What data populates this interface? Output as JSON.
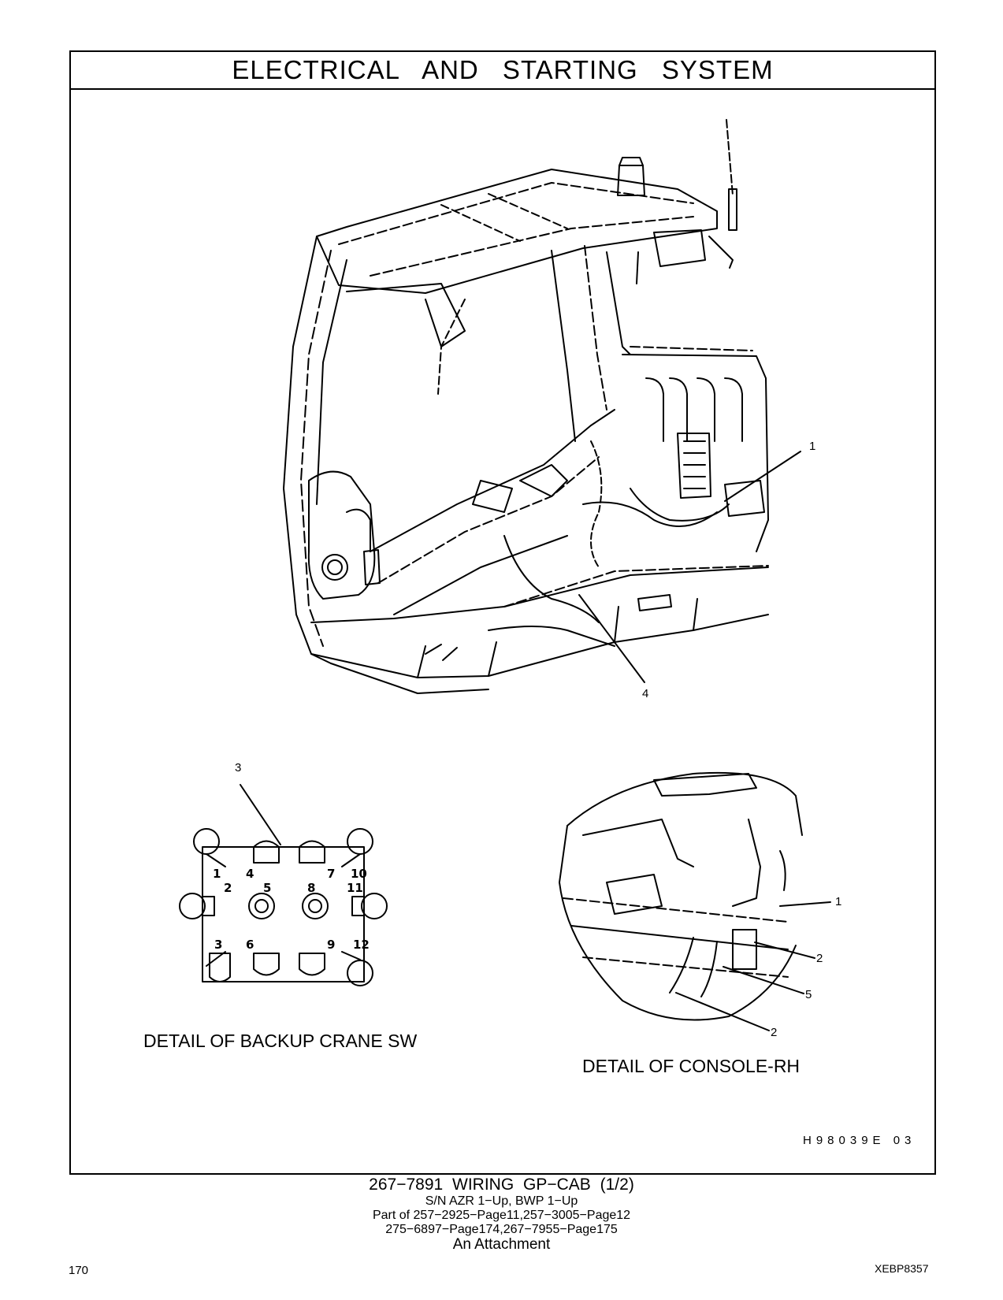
{
  "header": {
    "title": "ELECTRICAL AND STARTING SYSTEM"
  },
  "callouts": {
    "main_1": "1",
    "main_4": "4",
    "detail_sw_3": "3",
    "console_1": "1",
    "console_2a": "2",
    "console_5": "5",
    "console_2b": "2"
  },
  "switch_numbers": [
    "1",
    "2",
    "3",
    "4",
    "5",
    "6",
    "7",
    "8",
    "9",
    "10",
    "11",
    "12"
  ],
  "captions": {
    "backup_crane": "DETAIL OF BACKUP CRANE SW",
    "console_rh": "DETAIL OF CONSOLE-RH"
  },
  "figure_code": "H98039E 03",
  "footer": {
    "line1": "267−7891 WIRING GP−CAB (1/2)",
    "line2": "S/N AZR 1−Up, BWP 1−Up",
    "line3": "Part of 257−2925−Page11,257−3005−Page12",
    "line4": "275−6897−Page174,267−7955−Page175",
    "line5": "An Attachment"
  },
  "page_number": "170",
  "doc_id": "XEBP8357"
}
